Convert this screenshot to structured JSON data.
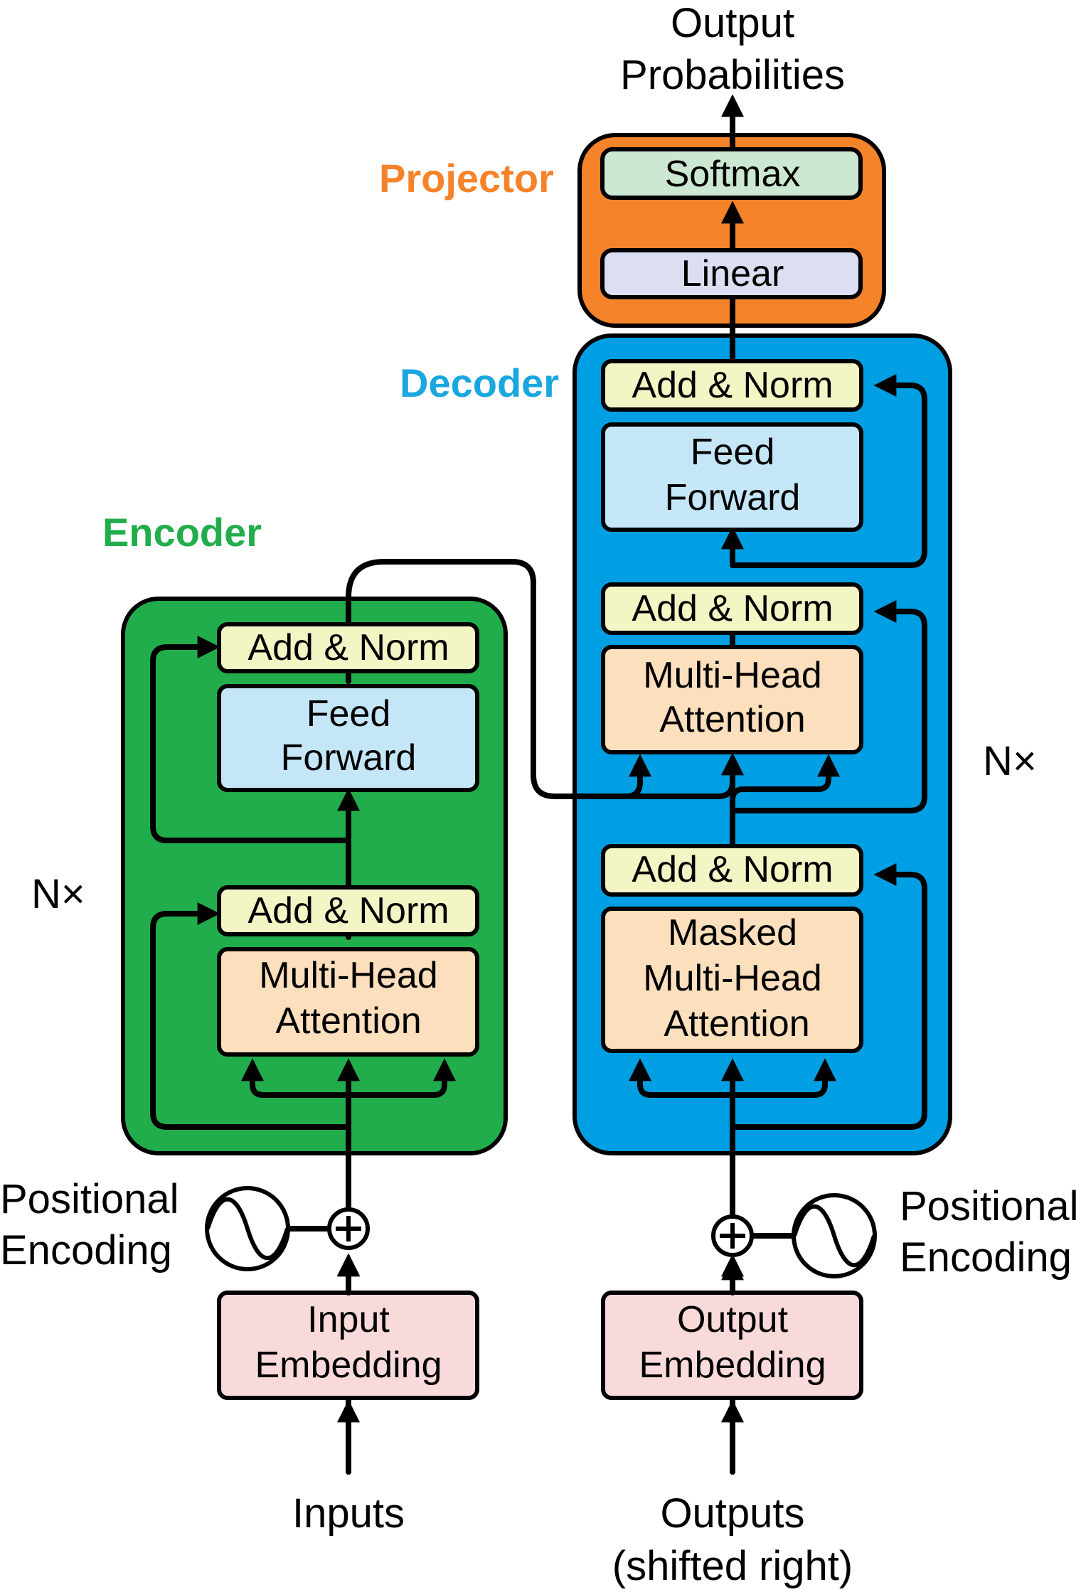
{
  "title": {
    "line1": "Output",
    "line2": "Probabilities"
  },
  "sections": {
    "projector": "Projector",
    "decoder": "Decoder",
    "encoder": "Encoder"
  },
  "colors": {
    "projector_bg": "#F5832A",
    "decoder_bg": "#009FE3",
    "encoder_bg": "#22AD4C",
    "projector_title": "#F5832A",
    "decoder_title": "#1AA7E0",
    "encoder_title": "#22AD4C",
    "add_norm": "#F3F5C4",
    "feed_forward": "#C5E6F7",
    "attention": "#FCDFBC",
    "embedding": "#F9DADB",
    "softmax": "#CDE8D2",
    "linear": "#DCDEF1"
  },
  "projector": {
    "softmax": "Softmax",
    "linear": "Linear"
  },
  "decoder": {
    "add_norm_top": "Add & Norm",
    "feed_forward_1": "Feed",
    "feed_forward_2": "Forward",
    "add_norm_mid": "Add & Norm",
    "mha_1": "Multi-Head",
    "mha_2": "Attention",
    "add_norm_bottom": "Add & Norm",
    "masked_1": "Masked",
    "masked_2": "Multi-Head",
    "masked_3": "Attention",
    "repeat": "N×"
  },
  "encoder": {
    "add_norm_top": "Add & Norm",
    "feed_forward_1": "Feed",
    "feed_forward_2": "Forward",
    "add_norm_bottom": "Add & Norm",
    "mha_1": "Multi-Head",
    "mha_2": "Attention",
    "repeat": "N×"
  },
  "positional_encoding": {
    "left_1": "Positional",
    "left_2": "Encoding",
    "right_1": "Positional",
    "right_2": "Encoding",
    "sum_symbol": "+"
  },
  "embeddings": {
    "input_1": "Input",
    "input_2": "Embedding",
    "output_1": "Output",
    "output_2": "Embedding"
  },
  "bottom": {
    "inputs": "Inputs",
    "outputs_1": "Outputs",
    "outputs_2": "(shifted right)"
  }
}
